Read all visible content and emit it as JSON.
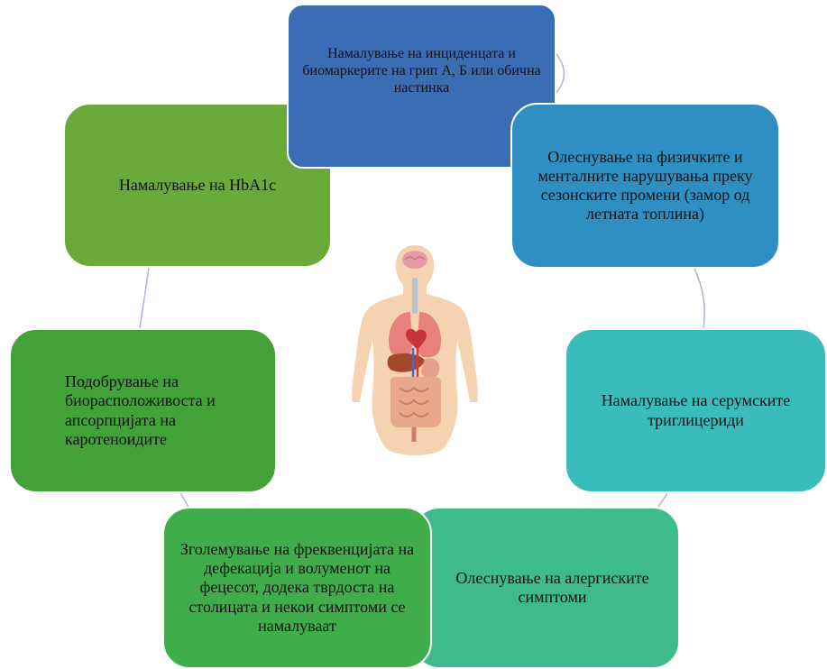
{
  "colors": {
    "top": "#3b6db5",
    "upper_right": "#2f8fc2",
    "right": "#3abdba",
    "bottom_right": "#3fba8c",
    "bottom_left": "#3fae4a",
    "left": "#43a13a",
    "upper_left": "#6aaa3b",
    "connector": "#a9b9d6"
  },
  "boxes": {
    "top": "Намалување на инциденцата и биомаркерите на грип А, Б или обична настинка",
    "upper_right": "Олеснување на физичките и менталните нарушувања преку сезонските промени (замор од летната топлина)",
    "right": "Намалување на серумските триглицериди",
    "bottom_right": "Олеснување на алергиските симптоми",
    "bottom_left": "Зголемување на фреквенцијата на дефекација и волуменот на фецесот, додека тврдоста на столицата и некои симптоми се намалуваат",
    "left": "Подобрување на биорасположивоста и апсорпцијата на каротеноидите",
    "upper_left": "Намалување на HbA1c"
  },
  "center_image": "human-anatomy-organs-icon"
}
